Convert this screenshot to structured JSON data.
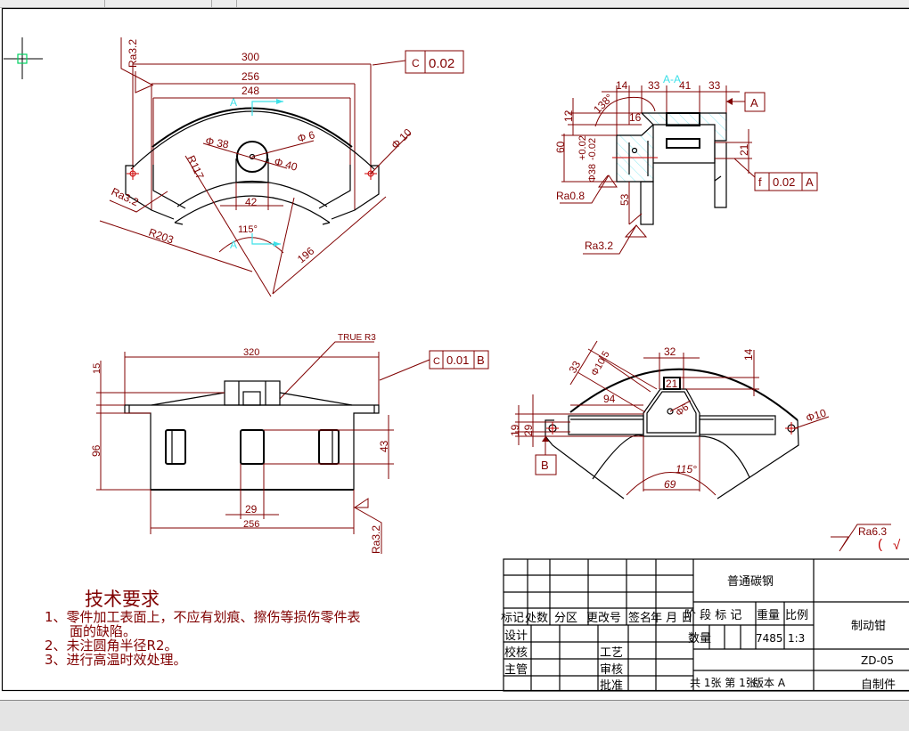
{
  "colors": {
    "dimension": "#800000",
    "geometry": "#000000",
    "section": "#3ee0e8",
    "cursor": "#00d060"
  },
  "view_top": {
    "roughness_top": "Ra3.2",
    "roughness_left": "Ra3.2",
    "dim_300": "300",
    "dim_256": "256",
    "dim_248": "248",
    "dim_phi38": "Φ 38",
    "dim_phi6": "Φ 6",
    "dim_phi40": "Φ 40",
    "dim_phi10": "Φ 10",
    "dim_r117": "R117",
    "dim_r203": "R203",
    "dim_42": "42",
    "dim_196": "196",
    "angle_115": "115°",
    "section_mark_top": "A",
    "section_mark_bottom": "A",
    "tolerance": {
      "symbol": "C",
      "value": "0.02"
    }
  },
  "view_section": {
    "title": "A-A",
    "dim_14": "14",
    "dim_33a": "33",
    "dim_41": "41",
    "dim_33b": "33",
    "datum": "A",
    "dim_12": "12",
    "dim_60": "60",
    "dim_16": "16",
    "angle_138": "138°",
    "tol_plus": "+0.02",
    "tol_minus": "-0.02",
    "dim_phi38": "Φ38",
    "dim_21": "21",
    "dim_53": "53",
    "roughness_1": "Ra0.8",
    "roughness_2": "Ra3.2",
    "tolerance": {
      "symbol": "f",
      "value": "0.02",
      "datum": "A"
    }
  },
  "view_front": {
    "note": "TRUE R3",
    "dim_320": "320",
    "dim_15": "15",
    "dim_96": "96",
    "dim_43": "43",
    "dim_29": "29",
    "dim_256": "256",
    "roughness": "Ra3.2",
    "tolerance": {
      "symbol": "C",
      "value": "0.01",
      "datum": "B"
    }
  },
  "view_bottom": {
    "dim_32": "32",
    "dim_14": "14",
    "dim_33": "33",
    "dim_phi10_5": "Φ10.5",
    "dim_94": "94",
    "dim_21": "21",
    "dim_phi6": "Φ6",
    "dim_19": "19",
    "dim_29": "29",
    "datum": "B",
    "angle_115": "115°",
    "dim_69": "69",
    "dim_phi10": "Φ10"
  },
  "general_roughness": {
    "value": "Ra6.3",
    "suffix": "(",
    "check": "√"
  },
  "tech_requirements": {
    "title": "技术要求",
    "item1_line1": "1、零件加工表面上，不应有划痕、擦伤等损伤零件表",
    "item1_line2": "面的缺陷。",
    "item2": "2、未注圆角半径R2。",
    "item3": "3、进行高温时效处理。"
  },
  "title_block": {
    "headers": [
      "标记",
      "处数",
      "分区",
      "更改号",
      "签名",
      "年 月 日"
    ],
    "row_design": "设计",
    "row_check": "校核",
    "row_manager": "主管",
    "process": "工艺",
    "review": "审核",
    "approve": "批准",
    "material": "普通碳钢",
    "stage_label": "阶 段 标 记",
    "weight_label": "重量",
    "scale_label": "比例",
    "quantity_label": "数量",
    "weight_value": "7485",
    "scale_value": "1:3",
    "sheets": "共 1张 第 1张",
    "version": "版本 A",
    "part_name": "制动钳",
    "drawing_no": "ZD-05",
    "source": "自制件"
  }
}
